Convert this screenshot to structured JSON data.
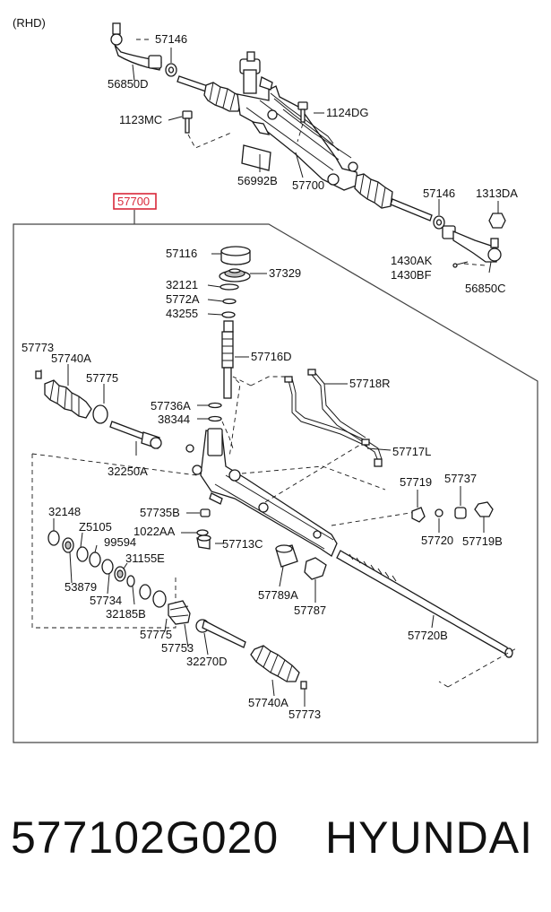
{
  "diagram": {
    "variant": "(RHD)",
    "assembly_label": "57700",
    "highlight_color": "#d9283a",
    "labels": {
      "l57146a": "57146",
      "l56850d": "56850D",
      "l1123mc": "1123MC",
      "l1124dg": "1124DG",
      "l56992b": "56992B",
      "l57700b": "57700",
      "l57146b": "57146",
      "l1313da": "1313DA",
      "l1430ak": "1430AK",
      "l1430bf": "1430BF",
      "l56850c": "56850C",
      "l57116": "57116",
      "l37329": "37329",
      "l32121": "32121",
      "l5772a": "5772A",
      "l43255": "43255",
      "l57773a": "57773",
      "l57740a1": "57740A",
      "l57775a": "57775",
      "l57716d": "57716D",
      "l57718r": "57718R",
      "l57736a": "57736A",
      "l38344": "38344",
      "l32250a": "32250A",
      "l57717l": "57717L",
      "l32148": "32148",
      "lz5105": "Z5105",
      "l99594": "99594",
      "l31155e": "31155E",
      "l57735b": "57735B",
      "l1022aa": "1022AA",
      "l57713c": "57713C",
      "l57719": "57719",
      "l57737": "57737",
      "l57720": "57720",
      "l57719b": "57719B",
      "l53879": "53879",
      "l57734": "57734",
      "l32185b": "32185B",
      "l57789a": "57789A",
      "l57787": "57787",
      "l57775b": "57775",
      "l57753": "57753",
      "l32270d": "32270D",
      "l57720b": "57720B",
      "l57740a2": "57740A",
      "l57773b": "57773"
    }
  },
  "footer": {
    "part_number": "577102G020",
    "brand": "HYUNDAI"
  }
}
